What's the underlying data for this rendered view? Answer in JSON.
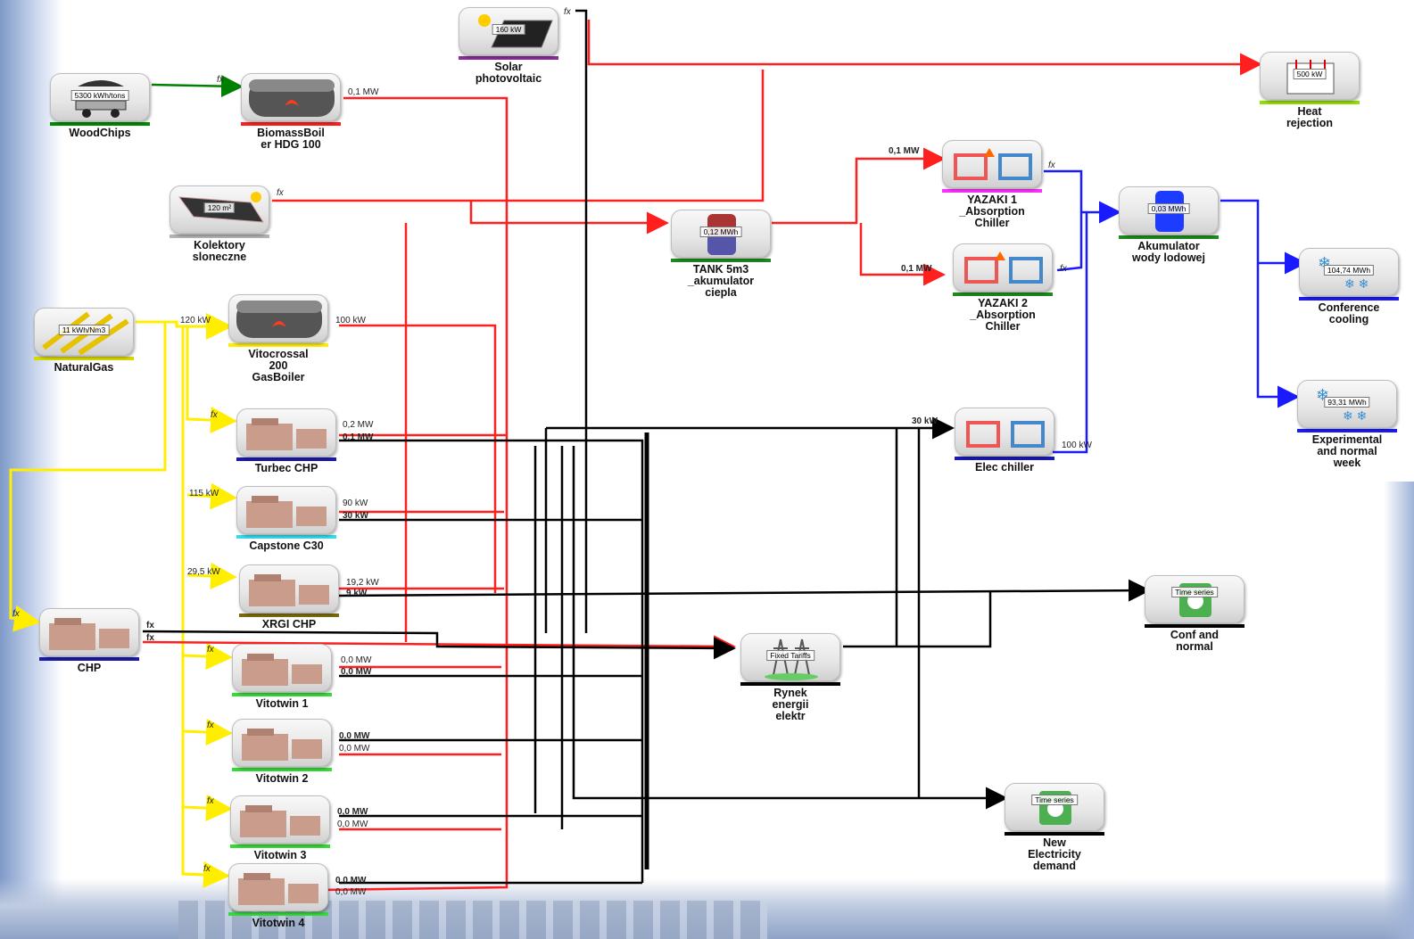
{
  "colors": {
    "heat": "#ff1f1f",
    "fuel": "#ffee00",
    "elec": "#000000",
    "cool": "#1a1aff",
    "biomass": "#008000"
  },
  "nodes": {
    "woodchips": {
      "label": "WoodChips",
      "tag": "5300 kWh/tons",
      "bar": "#008a00"
    },
    "biomass_boiler": {
      "label": "BiomassBoil\ner HDG 100",
      "bar": "#ff1f1f"
    },
    "solar_pv": {
      "label": "Solar\nphotovoltaic",
      "tag": "160 kW",
      "bar": "#8b2c9b"
    },
    "heat_rejection": {
      "label": "Heat\nrejection",
      "tag": "500 kW",
      "bar": "#8fe000"
    },
    "kolektory": {
      "label": "Kolektory\nsloneczne",
      "tag": "120 m²",
      "bar": "#b3b3b3"
    },
    "tank": {
      "label": "TANK 5m3\n_akumulator\nciepla",
      "tag": "0,12 MWh",
      "bar": "#1e8a1e"
    },
    "yazaki1": {
      "label": "YAZAKI 1\n_Absorption\nChiller",
      "bar": "#ff30ff"
    },
    "yazaki2": {
      "label": "YAZAKI 2\n_Absorption\nChiller",
      "bar": "#1e8a1e"
    },
    "akumulator_lod": {
      "label": "Akumulator\nwody lodowej",
      "tag": "0,03 MWh",
      "bar": "#1e8a1e"
    },
    "conference": {
      "label": "Conference\ncooling",
      "tag": "104,74 MWh",
      "bar": "#1a1aff"
    },
    "experimental": {
      "label": "Experimental\nand normal\nweek",
      "tag": "93,31 MWh",
      "bar": "#1a1aff"
    },
    "natural_gas": {
      "label": "NaturalGas",
      "tag": "11 kWh/Nm3",
      "bar": "#d9d900"
    },
    "vitocrossal": {
      "label": "Vitocrossal\n200\nGasBoiler",
      "bar": "#ffee00"
    },
    "turbec": {
      "label": "Turbec CHP",
      "bar": "#1a1ab0"
    },
    "capstone": {
      "label": "Capstone C30",
      "bar": "#33ddee"
    },
    "xrgi": {
      "label": "XRGI CHP",
      "bar": "#7a6a10"
    },
    "chp": {
      "label": "CHP",
      "bar": "#1a1ab0"
    },
    "vitotwin1": {
      "label": "Vitotwin 1",
      "bar": "#33dd33"
    },
    "vitotwin2": {
      "label": "Vitotwin 2",
      "bar": "#33dd33"
    },
    "vitotwin3": {
      "label": "Vitotwin 3",
      "bar": "#33dd33"
    },
    "vitotwin4": {
      "label": "Vitotwin 4",
      "bar": "#33dd33"
    },
    "elec_chiller": {
      "label": "Elec chiller",
      "bar": "#1a1ab0"
    },
    "rynek": {
      "label": "Rynek\nenergii\nelektr",
      "tag": "Fixed Tariffs",
      "bar": "#000000"
    },
    "conf_normal": {
      "label": "Conf and\nnormal",
      "tag": "Time series",
      "bar": "#000000"
    },
    "new_elec": {
      "label": "New\nElectricity\ndemand",
      "tag": "Time series",
      "bar": "#000000"
    }
  },
  "flows": {
    "biomass_out": "0,1 MW",
    "yazaki1_in": "0,1 MW",
    "yazaki2_in": "0,1 MW",
    "natgas_out": "120 kW",
    "vitocrossal_out": "100 kW",
    "turbec_heat": "0,2 MW",
    "turbec_elec": "0,1 MW",
    "capstone_fuel": "115 kW",
    "capstone_heat": "90 kW",
    "capstone_elec": "30 kW",
    "xrgi_fuel": "29,5 kW",
    "xrgi_heat": "19,2 kW",
    "xrgi_elec": "9 kW",
    "v1_a": "0,0 MW",
    "v1_b": "0,0 MW",
    "v2_a": "0,0 MW",
    "v2_b": "0,0 MW",
    "v3_a": "0,0 MW",
    "v3_b": "0,0 MW",
    "v4_a": "0,0 MW",
    "v4_b": "0,0 MW",
    "elec_chiller_in": "30 kW",
    "elec_chiller_out": "100 kW",
    "fx": "fx"
  }
}
